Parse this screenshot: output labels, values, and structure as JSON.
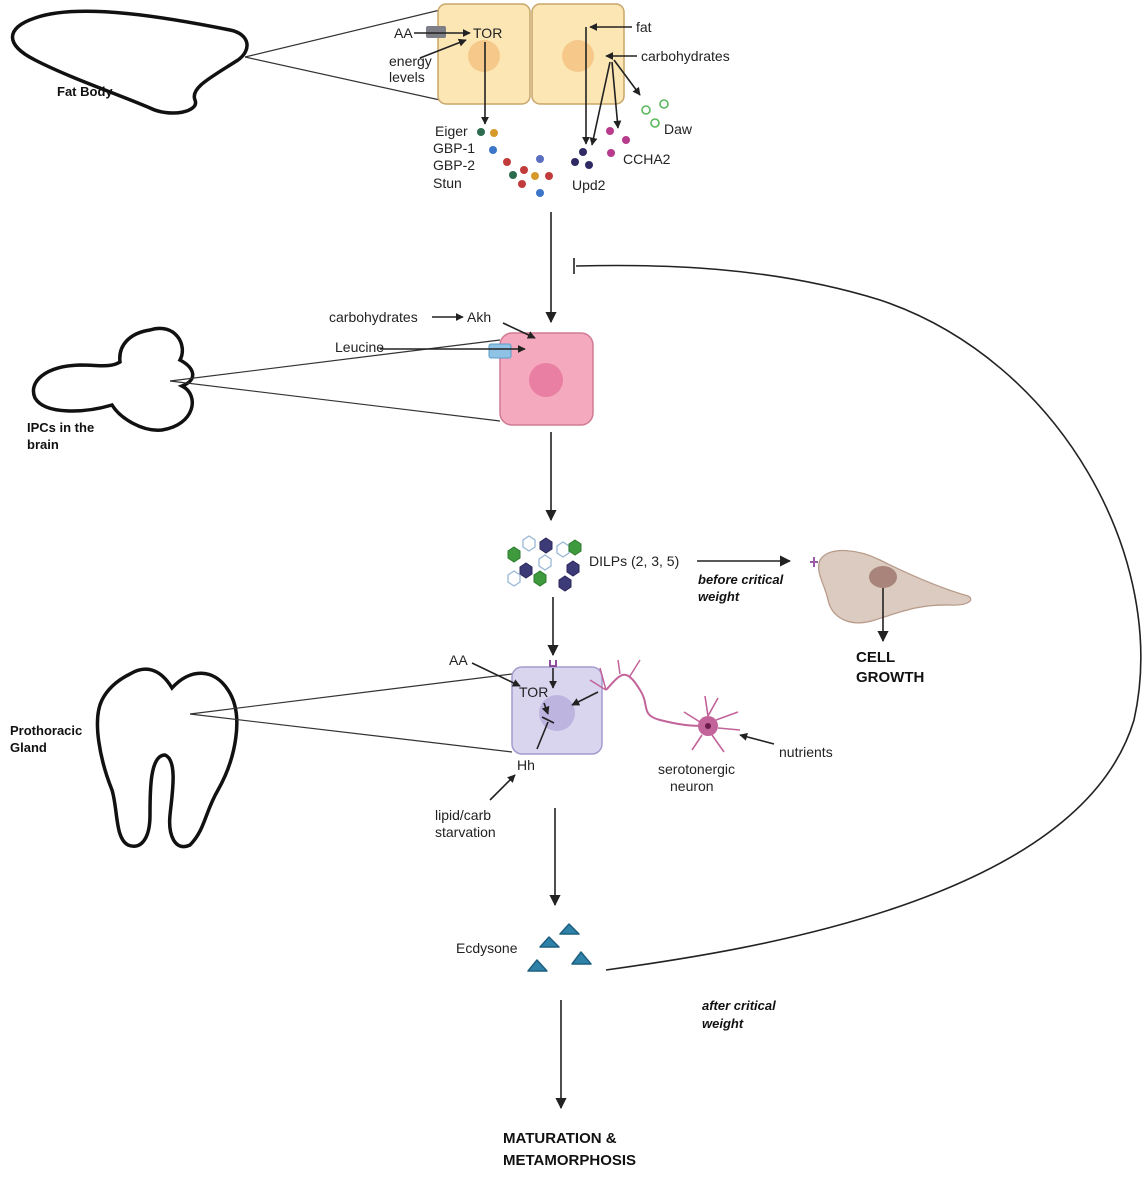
{
  "organs": {
    "fat_body": "Fat Body",
    "ipcs": [
      "IPCs in the",
      "brain"
    ],
    "prothoracic": [
      "Prothoracic",
      "Gland"
    ]
  },
  "fat_body_cell": {
    "aa": "AA",
    "tor": "TOR",
    "energy": [
      "energy",
      "levels"
    ],
    "fat": "fat",
    "carbohydrates": "carbohydrates",
    "daw": "Daw",
    "eiger": "Eiger",
    "gbp1": "GBP-1",
    "gbp2": "GBP-2",
    "stun": "Stun",
    "upd2": "Upd2",
    "ccha2": "CCHA2"
  },
  "ipc_cell": {
    "carbohydrates": "carbohydrates",
    "akh": "Akh",
    "leucine": "Leucine"
  },
  "dilps": {
    "label": "DILPs (2, 3, 5)",
    "before": [
      "before critical",
      "weight"
    ],
    "growth": [
      "CELL",
      "GROWTH"
    ]
  },
  "pg_cell": {
    "aa": "AA",
    "tor": "TOR",
    "hh": "Hh",
    "starvation": [
      "lipid/carb",
      "starvation"
    ],
    "neuron": [
      "serotonergic",
      "neuron"
    ],
    "nutrients": "nutrients"
  },
  "ecdysone": {
    "label": "Ecdysone",
    "after": [
      "after critical",
      "weight"
    ],
    "outcome": [
      "MATURATION &",
      "METAMORPHOSIS"
    ]
  },
  "colors": {
    "fat_cell": "#fbe6b4",
    "ipc_cell": "#f4a9be",
    "pg_cell": "#d9d5ef",
    "neuron": "#c2639a",
    "ecdysone": "#2e82a8",
    "growth_cell": "#dccbc0",
    "dilp_dark": "#3d3a78",
    "dilp_green": "#3f9a3e"
  }
}
